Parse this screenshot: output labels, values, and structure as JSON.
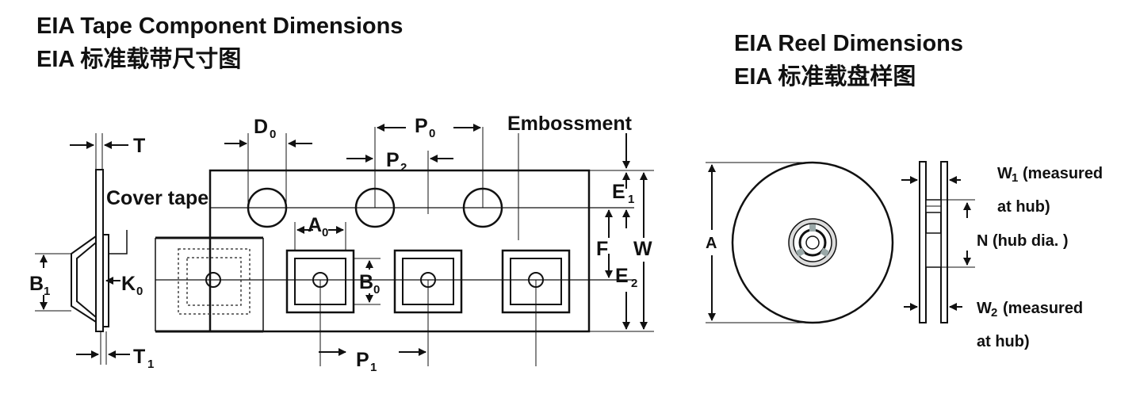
{
  "titles": {
    "tape_en": "EIA Tape Component Dimensions",
    "tape_cn": "EIA 标准载带尺寸图",
    "reel_en": "EIA Reel Dimensions",
    "reel_cn": "EIA 标准载盘样图"
  },
  "labels": {
    "T": "T",
    "cover_tape": "Cover tape",
    "B": "B",
    "B_sub": "1",
    "K": "K",
    "K_sub": "0",
    "T1": "T",
    "T1_sub": "1",
    "D0": "D",
    "D0_sub": "0",
    "P0": "P",
    "P0_sub": "0",
    "P2": "P",
    "P2_sub": "2",
    "embossment": "Embossment",
    "E1": "E",
    "E1_sub": "1",
    "A0": "A",
    "A0_sub": "0",
    "B0": "B",
    "B0_sub": "0",
    "F": "F",
    "W": "W",
    "E2": "E",
    "E2_sub": "2",
    "P1": "P",
    "P1_sub": "1",
    "A": "A",
    "W1": "W",
    "W1_sub": "1",
    "W1_text": "(measured",
    "at_hub_1": "at hub)",
    "N": "N (hub dia. )",
    "W2": "W",
    "W2_sub": "2",
    "W2_text": "(measured",
    "at_hub_2": "at hub)"
  },
  "colors": {
    "line": "#111111",
    "guide": "#333333",
    "dotted": "#444444",
    "hub_fill": "#9a9a9a",
    "hub_light": "#c8c8c8",
    "spoke": "#9aa8a8"
  }
}
